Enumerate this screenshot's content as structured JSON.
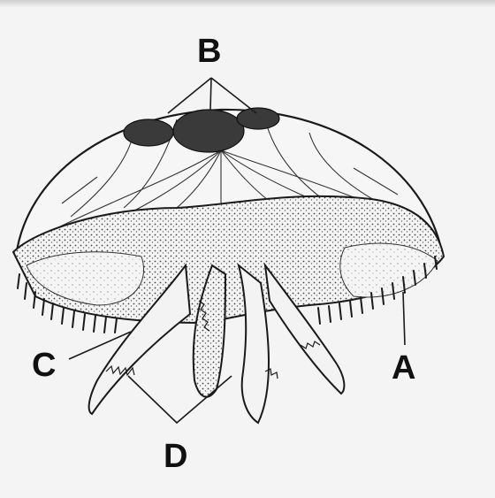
{
  "labels": {
    "a": "A",
    "b": "B",
    "c": "C",
    "d": "D"
  },
  "colors": {
    "ink": "#1a1a1a",
    "paper": "#f4f4f4",
    "gonad": "#3a3a3a",
    "shade": "#b8b8b8"
  },
  "icons": [
    "jellyfish-illustration"
  ]
}
